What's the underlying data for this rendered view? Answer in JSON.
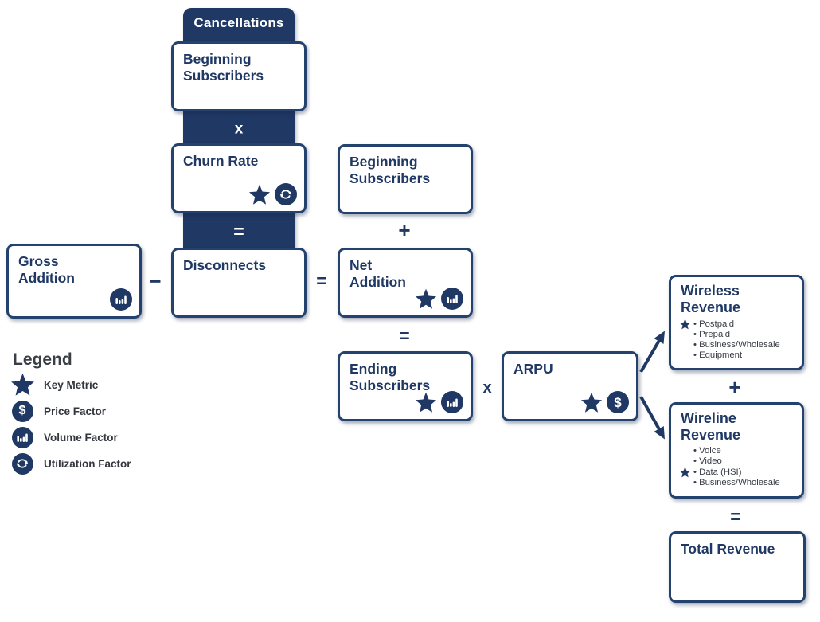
{
  "colors": {
    "navy": "#1f3864",
    "box_border": "#24426e",
    "gray_text": "#383c43",
    "background": "#ffffff"
  },
  "operators": {
    "multiply": "x",
    "equals": "=",
    "plus": "+",
    "minus": "−"
  },
  "cancellations": {
    "label": "Cancellations"
  },
  "boxes": {
    "beginning_subscribers_top": {
      "title": "Beginning\nSubscribers"
    },
    "churn_rate": {
      "title": "Churn Rate",
      "icons": [
        "star-icon",
        "utilization-icon"
      ]
    },
    "gross_addition": {
      "title": "Gross\nAddition",
      "icons": [
        "volume-icon"
      ]
    },
    "disconnects": {
      "title": "Disconnects"
    },
    "beginning_subscribers_mid": {
      "title": "Beginning\nSubscribers"
    },
    "net_addition": {
      "title": "Net\nAddition",
      "icons": [
        "star-icon",
        "volume-icon"
      ]
    },
    "ending_subscribers": {
      "title": "Ending\nSubscribers",
      "icons": [
        "star-icon",
        "volume-icon"
      ]
    },
    "arpu": {
      "title": "ARPU",
      "icons": [
        "star-icon",
        "dollar-icon"
      ],
      "dollar_glyph": "$"
    },
    "wireless_revenue": {
      "title": "Wireless\nRevenue",
      "items": [
        "Postpaid",
        "Prepaid",
        "Business/Wholesale",
        "Equipment"
      ],
      "starred_index": 0
    },
    "wireline_revenue": {
      "title": "Wireline\nRevenue",
      "items": [
        "Voice",
        "Video",
        "Data (HSI)",
        "Business/Wholesale"
      ],
      "starred_index": 2
    },
    "total_revenue": {
      "title": "Total Revenue"
    }
  },
  "legend": {
    "title": "Legend",
    "items": [
      {
        "icon": "star-icon",
        "label": "Key Metric"
      },
      {
        "icon": "dollar-icon",
        "label": "Price Factor",
        "dollar_glyph": "$"
      },
      {
        "icon": "volume-icon",
        "label": "Volume Factor"
      },
      {
        "icon": "utilization-icon",
        "label": "Utilization Factor"
      }
    ]
  }
}
